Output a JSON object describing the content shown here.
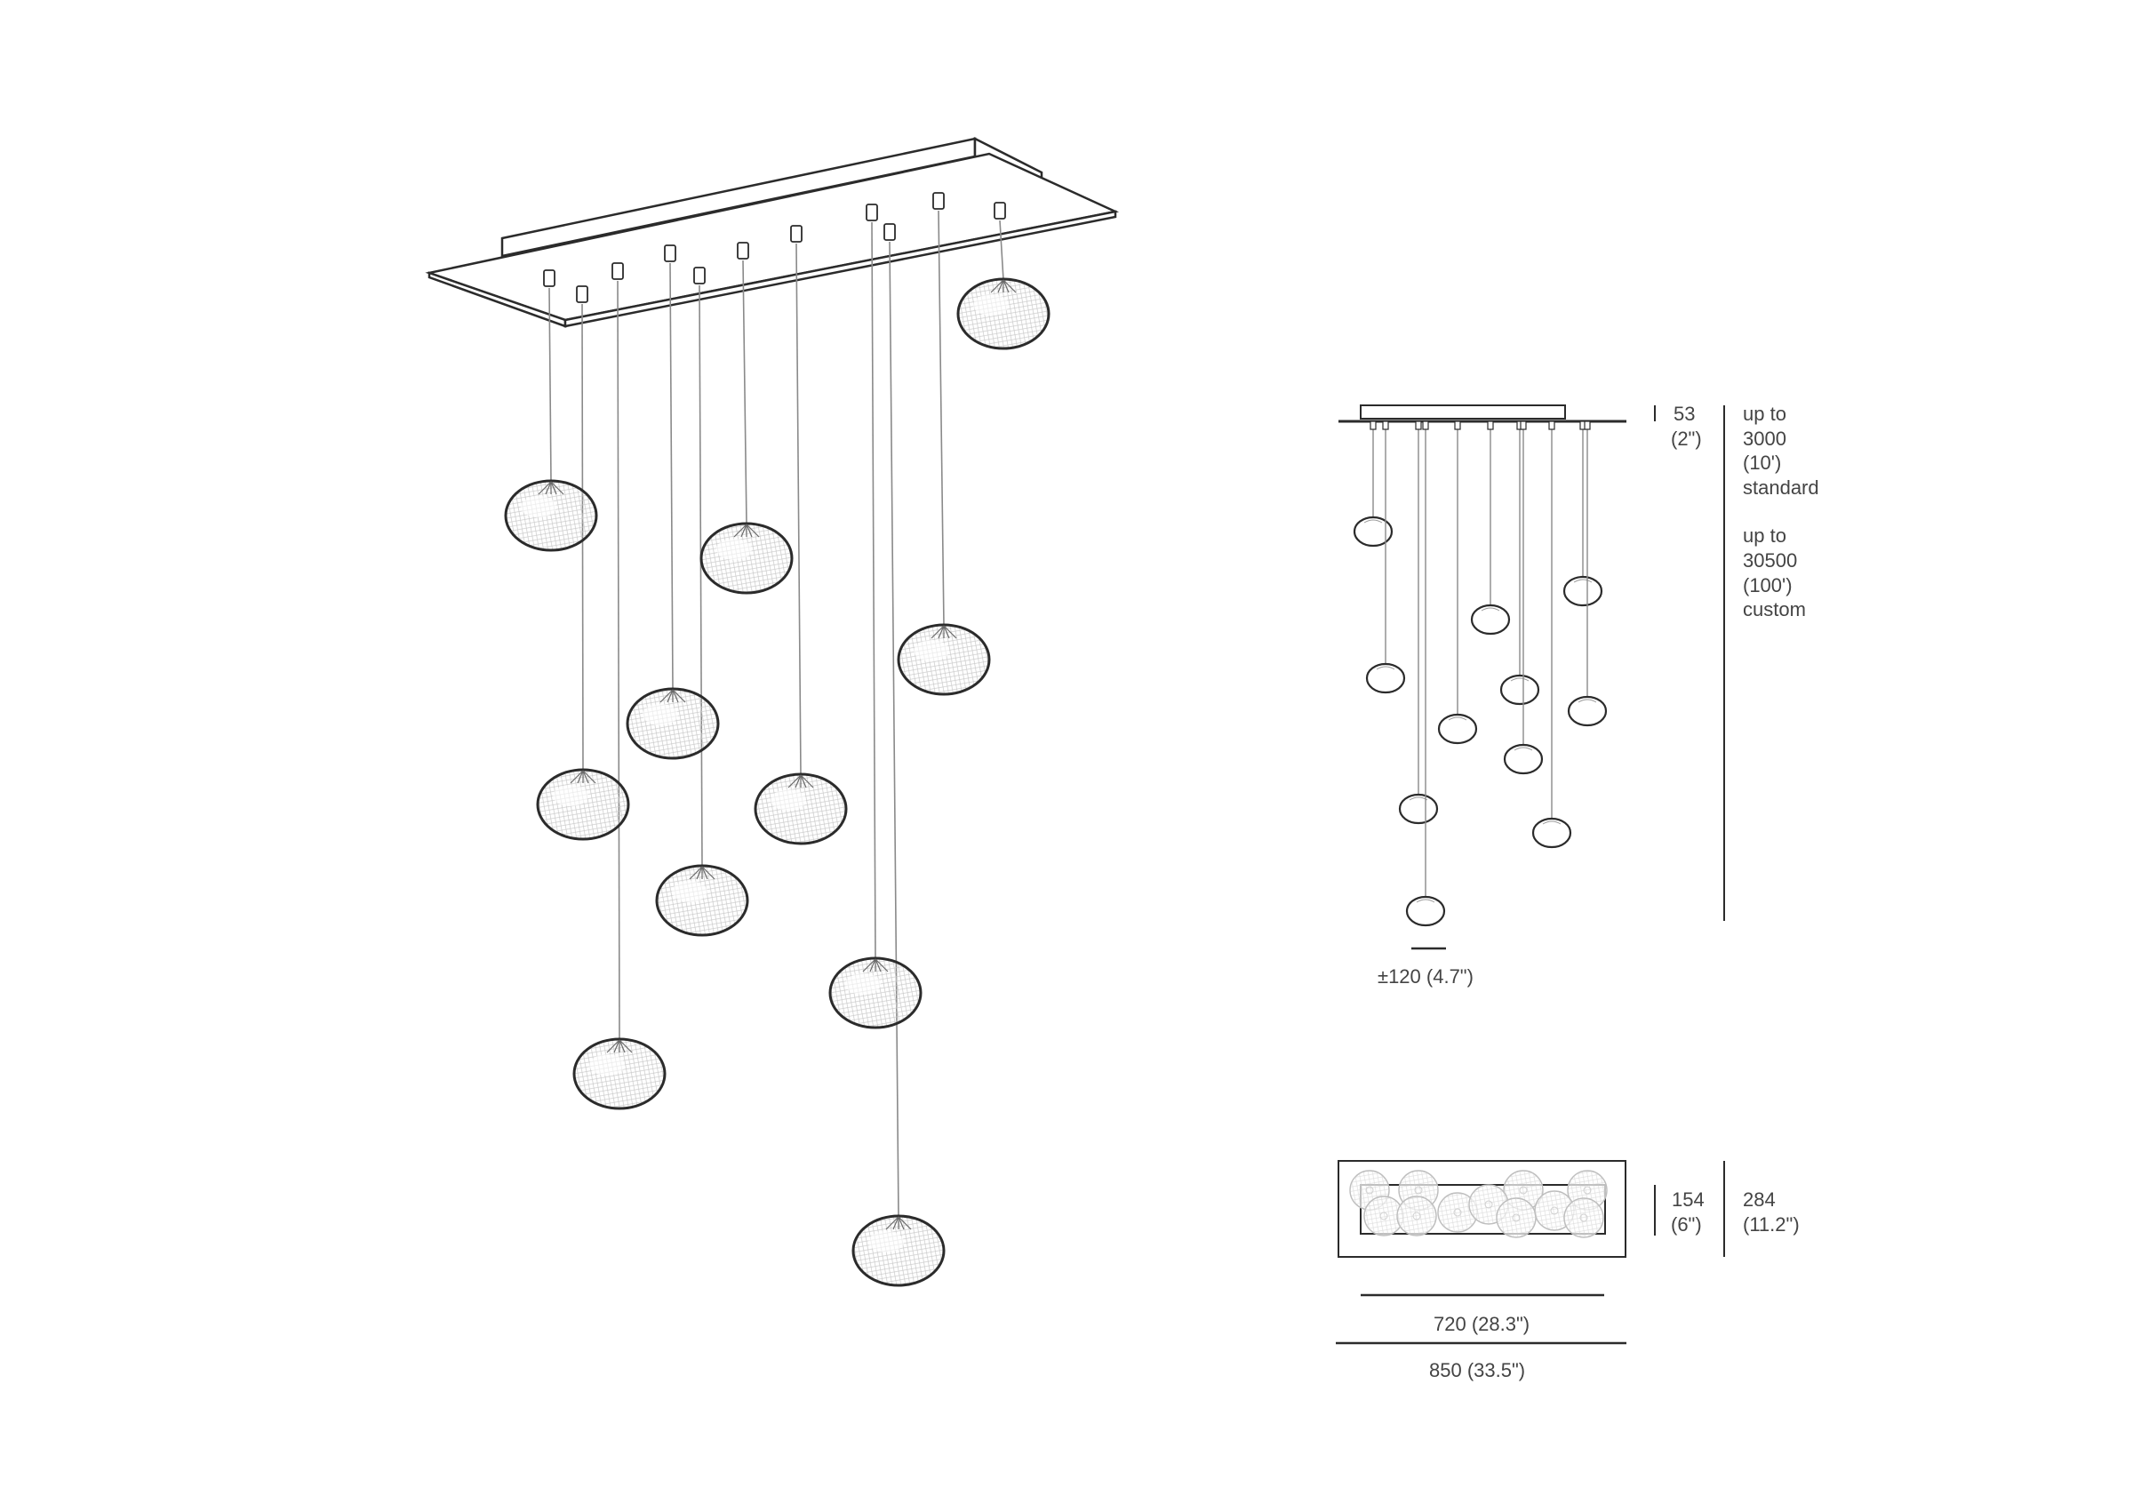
{
  "colors": {
    "ink": "#2b2b2b",
    "text": "#444444",
    "cord": "#8a8a8a",
    "background": "#ffffff"
  },
  "dimensions": {
    "canopy_height": {
      "metric": "53",
      "imperial": "(2\")"
    },
    "drop_length": [
      "up to",
      "3000",
      "(10')",
      "standard",
      "up to",
      "30500",
      "(100')",
      "custom"
    ],
    "globe_diameter": "±120 (4.7\")",
    "inner_depth": {
      "metric": "154",
      "imperial": "(6\")"
    },
    "outer_depth": {
      "metric": "284",
      "imperial": "(11.2\")"
    },
    "inner_width": "720 (28.3\")",
    "outer_width": "850 (33.5\")"
  }
}
